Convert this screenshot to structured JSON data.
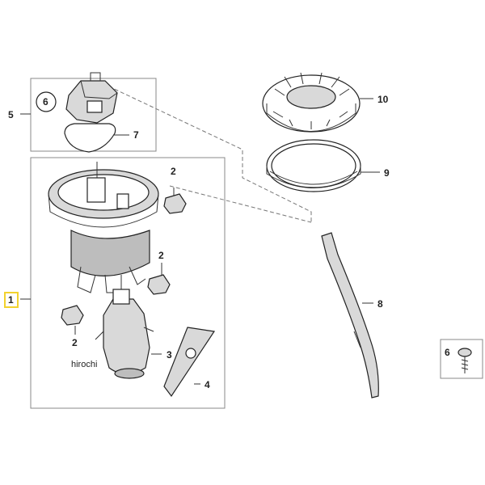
{
  "callouts": {
    "c1": "1",
    "c2a": "2",
    "c2b": "2",
    "c2c": "2",
    "c3": "3",
    "c4": "4",
    "c5": "5",
    "c6a": "6",
    "c6b": "6",
    "c7": "7",
    "c8": "8",
    "c9": "9",
    "c10": "10"
  },
  "watermark": "hirochi",
  "colors": {
    "highlight": "#f2d22e",
    "line": "#333333",
    "box": "#888888"
  }
}
